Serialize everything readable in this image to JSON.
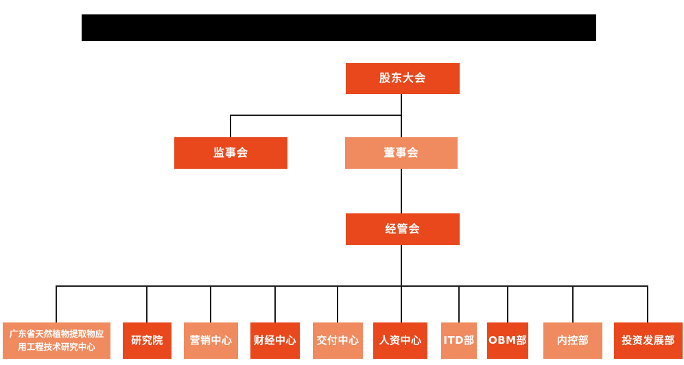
{
  "colors": {
    "primary": "#E8481C",
    "secondary": "#F08A5F",
    "line": "#1a1a1a",
    "title_bar": "#000000",
    "node_text": "#ffffff",
    "background": "#ffffff"
  },
  "org_chart": {
    "root": {
      "label": "股东大会",
      "tone": "primary"
    },
    "supervisory_board": {
      "label": "监事会",
      "tone": "primary"
    },
    "board_of_directors": {
      "label": "董事会",
      "tone": "secondary"
    },
    "management_committee": {
      "label": "经管会",
      "tone": "primary"
    },
    "departments": [
      {
        "label": "广东省天然植物提取物应用工程技术研究中心",
        "tone": "secondary"
      },
      {
        "label": "研究院",
        "tone": "primary"
      },
      {
        "label": "营销中心",
        "tone": "secondary"
      },
      {
        "label": "财经中心",
        "tone": "primary"
      },
      {
        "label": "交付中心",
        "tone": "secondary"
      },
      {
        "label": "人资中心",
        "tone": "primary"
      },
      {
        "label": "ITD部",
        "tone": "secondary"
      },
      {
        "label": "OBM部",
        "tone": "primary"
      },
      {
        "label": "内控部",
        "tone": "secondary"
      },
      {
        "label": "投资发展部",
        "tone": "primary"
      }
    ]
  }
}
